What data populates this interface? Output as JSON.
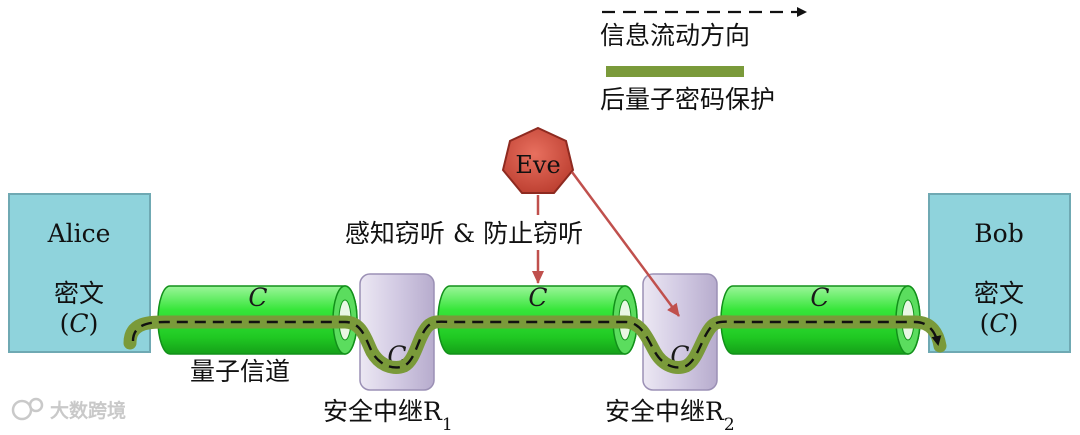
{
  "legend": {
    "flow_label": "信息流动方向",
    "pq_label": "后量子密码保护"
  },
  "alice": {
    "name": "Alice",
    "ciphertext": "密文",
    "paren_open": "(",
    "cipher_symbol": "C",
    "paren_close": ")"
  },
  "bob": {
    "name": "Bob",
    "ciphertext": "密文",
    "paren_open": "(",
    "cipher_symbol": "C",
    "paren_close": ")"
  },
  "eve": {
    "name": "Eve"
  },
  "detect_label": "感知窃听 & 防止窃听",
  "channel_label": "量子信道",
  "pipes": [
    {
      "symbol": "C"
    },
    {
      "symbol": "C"
    },
    {
      "symbol": "C"
    }
  ],
  "relays": [
    {
      "label": "安全中继R",
      "sub": "1",
      "symbol": "C"
    },
    {
      "label": "安全中继R",
      "sub": "2",
      "symbol": "C"
    }
  ],
  "watermark": "大数跨境",
  "colors": {
    "node_fill": "#8fd3dc",
    "node_stroke": "#6fa9b3",
    "pipe_green": "#33e038",
    "pq_green": "#7a9a3a",
    "relay_fill": "#d0c8e2",
    "eve_red": "#d24b3c",
    "arrow_red": "#c0504d"
  }
}
